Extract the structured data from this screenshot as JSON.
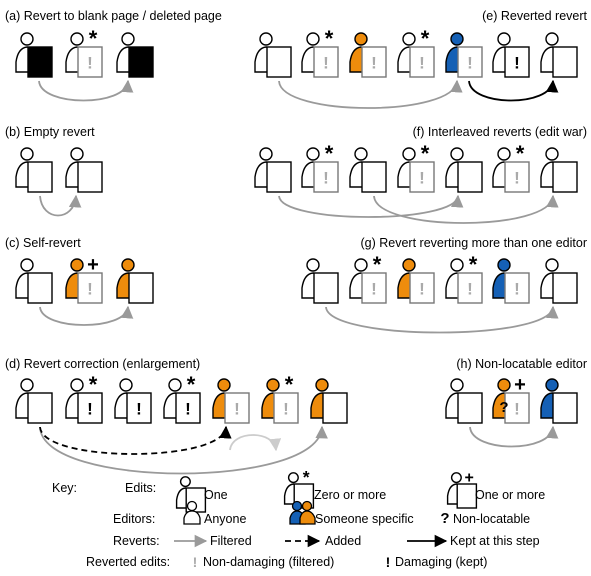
{
  "panels": [
    {
      "id": "a",
      "title": "(a) Revert to blank page / deleted page"
    },
    {
      "id": "b",
      "title": "(b) Empty revert"
    },
    {
      "id": "c",
      "title": "(c) Self-revert"
    },
    {
      "id": "d",
      "title": "(d) Revert correction (enlargement)"
    },
    {
      "id": "e",
      "title": "(e) Reverted revert"
    },
    {
      "id": "f",
      "title": "(f) Interleaved reverts (edit war)"
    },
    {
      "id": "g",
      "title": "(g) Revert reverting more than one editor"
    },
    {
      "id": "h",
      "title": "(h) Non-locatable editor"
    }
  ],
  "marks": {
    "zero_or_more": "*",
    "one_or_more": "+",
    "non_locatable": "?",
    "damage": "!"
  },
  "key": {
    "title": "Key:",
    "edits_label": "Edits:",
    "edits_one": "One",
    "edits_zero": "Zero or more",
    "edits_onemore": "One or more",
    "editors_label": "Editors:",
    "editors_anyone": "Anyone",
    "editors_specific": "Someone specific",
    "editors_nonloc": "Non-locatable",
    "reverts_label": "Reverts:",
    "reverts_filtered": "Filtered",
    "reverts_added": "Added",
    "reverts_kept": "Kept at this step",
    "reverted_label": "Reverted edits:",
    "reverted_nondamaging": "Non-damaging (filtered)",
    "reverted_damaging": "Damaging (kept)"
  },
  "colors": {
    "orange": "#ee8c0c",
    "blue": "#1560b5",
    "gray": "#9a9a9a",
    "light_gray": "#c8c8c8",
    "black": "#000000"
  }
}
